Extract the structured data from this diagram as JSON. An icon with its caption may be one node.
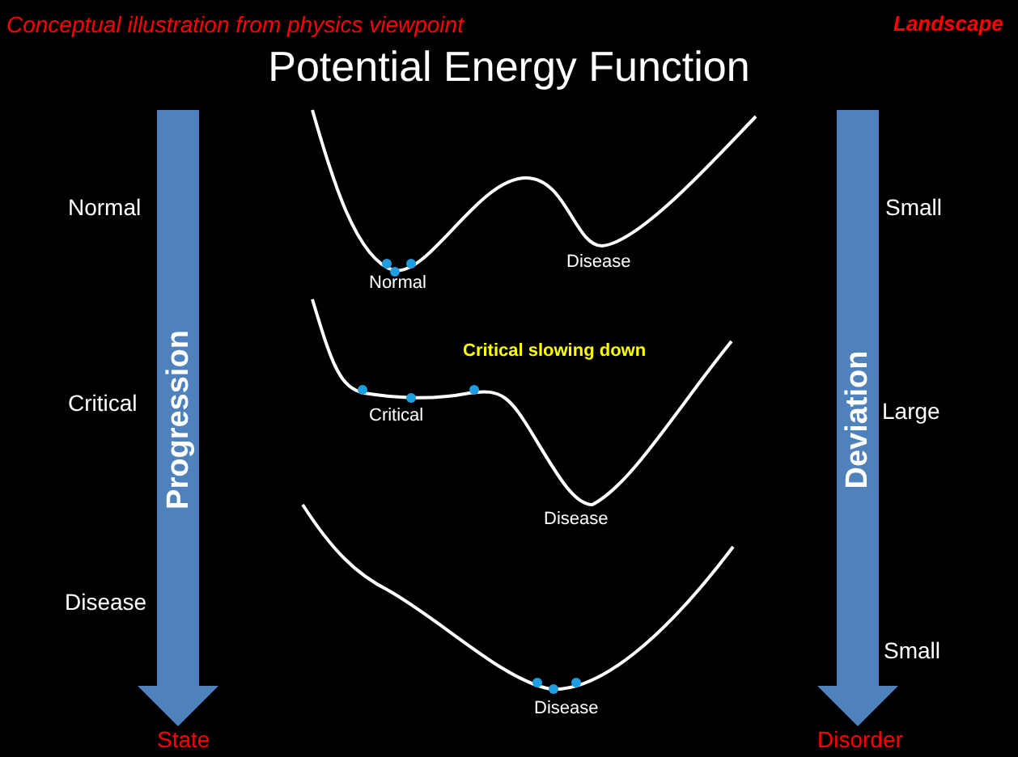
{
  "diagram": {
    "title": "Potential Energy Function",
    "nodes": [
      {
        "text": [
          "Progression"
        ],
        "beside": [
          "State"
        ]
      },
      {
        "text": [
          "Deviation"
        ],
        "beside": [
          "Disorder"
        ]
      }
    ],
    "labels": [
      "Conceptual illustration from physics viewpoint",
      "Landscape",
      "Normal",
      "Small",
      "Normal",
      "Disease",
      "Critical",
      "Critical slowing down",
      "Large",
      "Critical",
      "Disease",
      "Disease",
      "Small",
      "Disease"
    ]
  }
}
